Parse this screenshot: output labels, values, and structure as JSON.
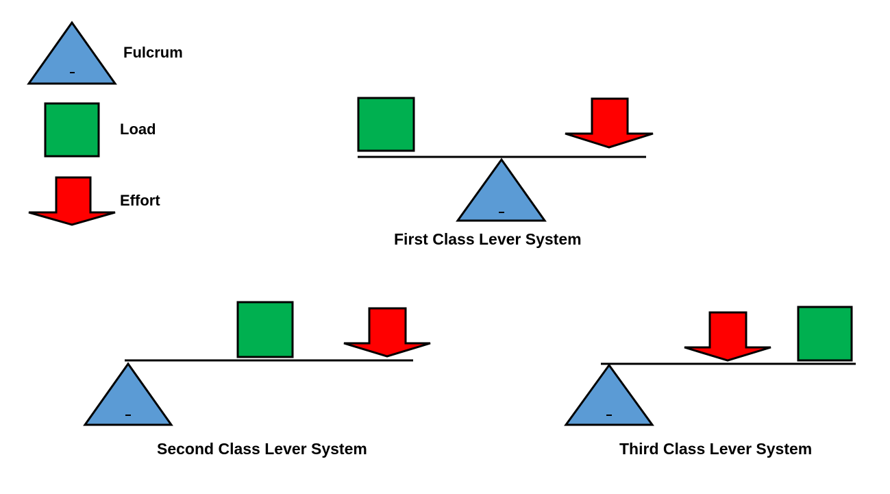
{
  "colors": {
    "fulcrum_fill": "#5B9BD5",
    "load_fill": "#00B050",
    "effort_fill": "#FF0000",
    "outline": "#000000",
    "background": "#FFFFFF"
  },
  "legend": {
    "fulcrum_label": "Fulcrum",
    "load_label": "Load",
    "effort_label": "Effort"
  },
  "systems": {
    "first": {
      "caption": "First Class Lever System"
    },
    "second": {
      "caption": "Second Class Lever System"
    },
    "third": {
      "caption": "Third Class Lever System"
    }
  }
}
